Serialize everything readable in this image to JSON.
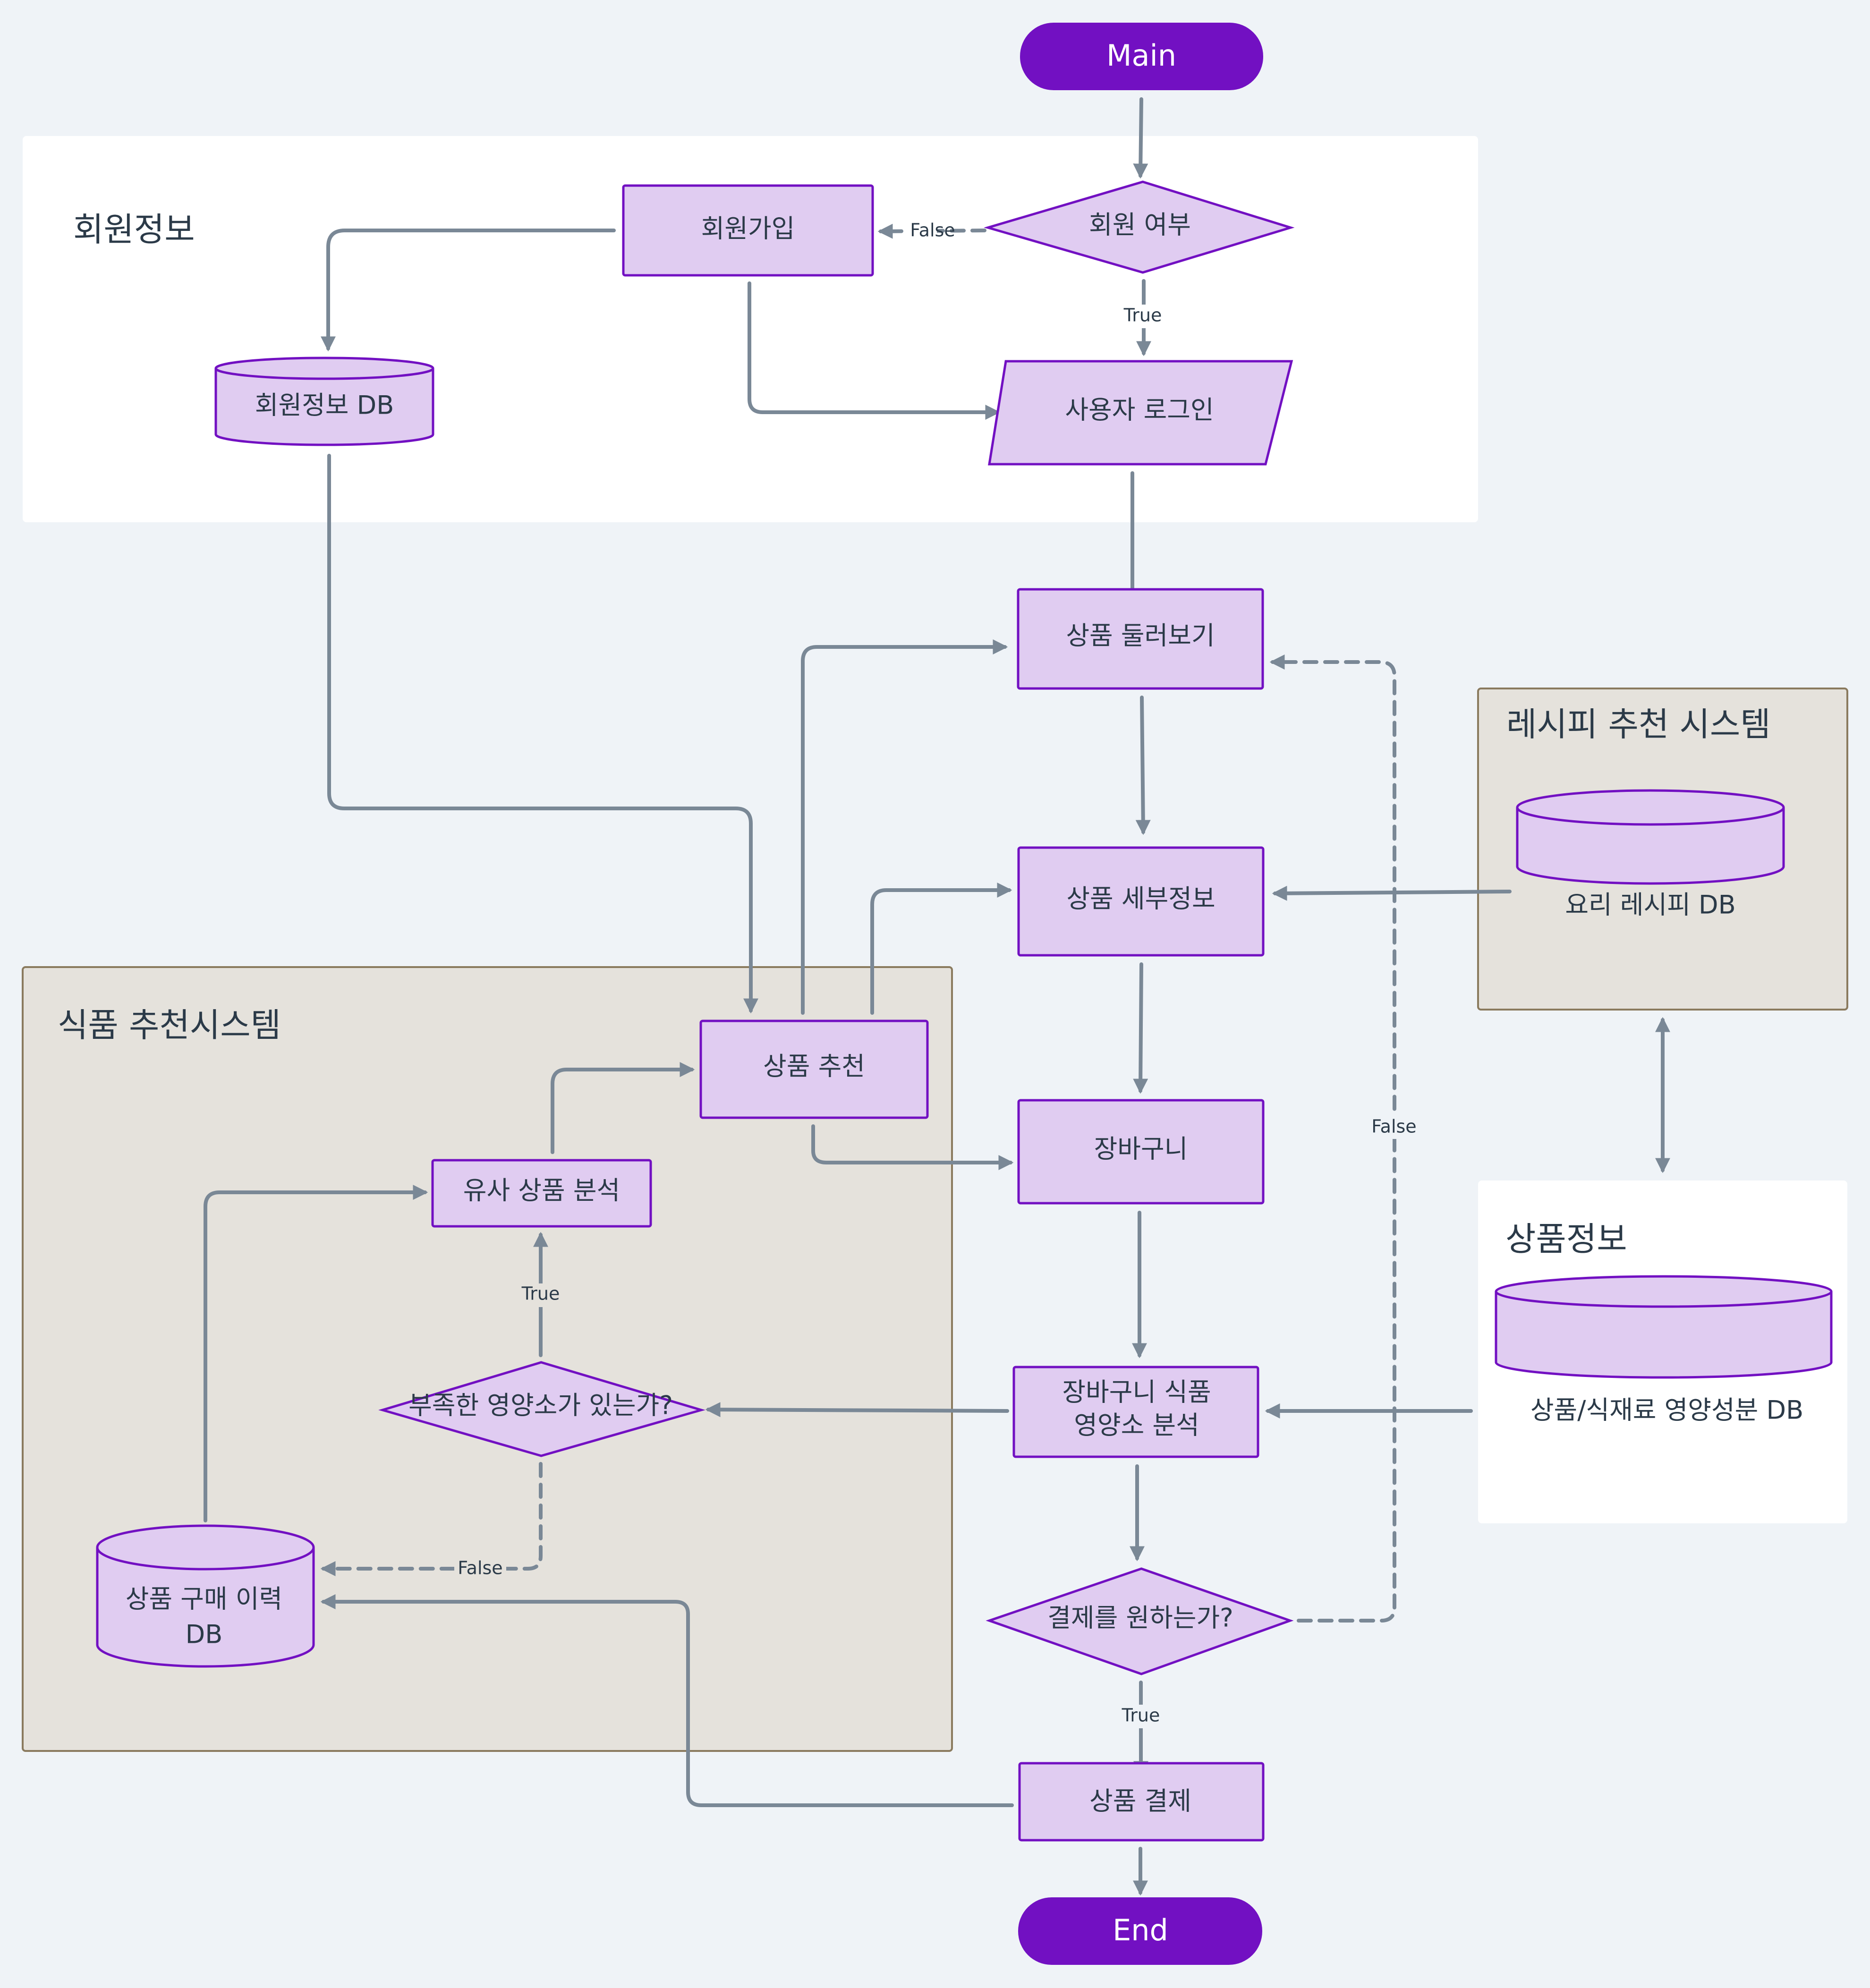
{
  "colors": {
    "background": "#eff3f7",
    "node_fill": "#e0ccf1",
    "node_stroke": "#7210c2",
    "terminal_fill": "#7210c2",
    "edge": "#7a8896",
    "group_white": "#ffffff",
    "group_beige": "#e5e2dc",
    "group_beige_border": "#8a7a5e",
    "text": "#2b3a48"
  },
  "groups": [
    {
      "id": "member-info",
      "title": "회원정보",
      "style": "white"
    },
    {
      "id": "recipe-system",
      "title": "레시피 추천 시스템",
      "style": "beige"
    },
    {
      "id": "food-recommend-system",
      "title": "식품 추천시스템",
      "style": "beige"
    },
    {
      "id": "product-info",
      "title": "상품정보",
      "style": "white"
    }
  ],
  "nodes": {
    "main": {
      "label": "Main",
      "shape": "terminal"
    },
    "is_member": {
      "label": "회원 여부",
      "shape": "diamond"
    },
    "signup": {
      "label": "회원가입",
      "shape": "rect"
    },
    "member_db": {
      "label": "회원정보 DB",
      "shape": "cylinder"
    },
    "login": {
      "label": "사용자 로그인",
      "shape": "parallelogram"
    },
    "browse": {
      "label": "상품 둘러보기",
      "shape": "rect"
    },
    "detail": {
      "label": "상품 세부정보",
      "shape": "rect"
    },
    "recipe_db": {
      "label": "요리 레시피 DB",
      "shape": "cylinder"
    },
    "recommend": {
      "label": "상품 추천",
      "shape": "rect"
    },
    "similar": {
      "label": "유사 상품 분석",
      "shape": "rect"
    },
    "cart": {
      "label": "장바구니",
      "shape": "rect"
    },
    "nutrient_analysis": {
      "label_line1": "장바구니  식품",
      "label_line2": "영양소 분석",
      "shape": "rect"
    },
    "lacking": {
      "label": "부족한 영양소가 있는가?",
      "shape": "diamond"
    },
    "purchase_db": {
      "label_line1": "상품 구매 이력",
      "label_line2": "DB",
      "shape": "cylinder"
    },
    "nutrition_db": {
      "label": "상품/식재료 영양성분 DB",
      "shape": "cylinder"
    },
    "want_pay": {
      "label": "결제를 원하는가?",
      "shape": "diamond"
    },
    "pay": {
      "label": "상품 결제",
      "shape": "rect"
    },
    "end": {
      "label": "End",
      "shape": "terminal"
    }
  },
  "edge_labels": {
    "is_member_false": "False",
    "is_member_true": "True",
    "want_pay_false": "False",
    "want_pay_true": "True",
    "lacking_true": "True",
    "lacking_false": "False"
  },
  "edges": [
    {
      "from": "main",
      "to": "is_member"
    },
    {
      "from": "is_member",
      "to": "signup",
      "label": "False",
      "dashed": true
    },
    {
      "from": "is_member",
      "to": "login",
      "label": "True"
    },
    {
      "from": "signup",
      "to": "member_db"
    },
    {
      "from": "signup",
      "to": "login"
    },
    {
      "from": "login",
      "to": "browse"
    },
    {
      "from": "member_db",
      "to": "recommend"
    },
    {
      "from": "recommend",
      "to": "browse"
    },
    {
      "from": "recommend",
      "to": "detail"
    },
    {
      "from": "browse",
      "to": "detail"
    },
    {
      "from": "recipe_db",
      "to": "detail"
    },
    {
      "from": "detail",
      "to": "cart"
    },
    {
      "from": "recommend",
      "to": "cart"
    },
    {
      "from": "similar",
      "to": "recommend"
    },
    {
      "from": "cart",
      "to": "nutrient_analysis"
    },
    {
      "from": "nutrition_db",
      "to": "nutrient_analysis"
    },
    {
      "from": "nutrient_analysis",
      "to": "lacking"
    },
    {
      "from": "lacking",
      "to": "similar",
      "label": "True"
    },
    {
      "from": "lacking",
      "to": "purchase_db",
      "label": "False",
      "dashed": true
    },
    {
      "from": "purchase_db",
      "to": "similar"
    },
    {
      "from": "nutrient_analysis",
      "to": "want_pay"
    },
    {
      "from": "want_pay",
      "to": "browse",
      "label": "False",
      "dashed": true
    },
    {
      "from": "want_pay",
      "to": "pay",
      "label": "True"
    },
    {
      "from": "pay",
      "to": "purchase_db"
    },
    {
      "from": "pay",
      "to": "end"
    },
    {
      "from": "recipe-system",
      "to": "product-info",
      "bidirectional": true
    }
  ]
}
